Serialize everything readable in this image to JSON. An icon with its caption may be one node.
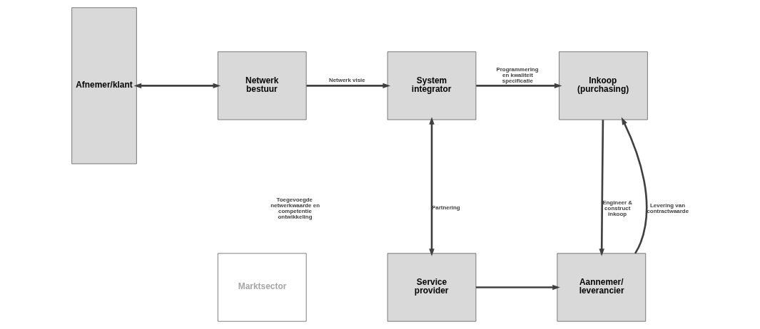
{
  "diagram": {
    "nodes": [
      {
        "text": [
          "Afnemer/klant"
        ]
      },
      {
        "text": [
          "Netwerk bestuur"
        ]
      },
      {
        "text": [
          "System integrator"
        ]
      },
      {
        "text": [
          "Inkoop (purchasing)"
        ]
      },
      {
        "text": [
          "Marktsector"
        ]
      },
      {
        "text": [
          "Service provider"
        ]
      },
      {
        "text": [
          "Aannemer/ leverancier"
        ]
      }
    ],
    "edges": [
      {
        "from": 0,
        "to": 1,
        "arrow": "both"
      },
      {
        "from": 1,
        "to": 2,
        "arrow": "to",
        "label": "Netwerk visie"
      },
      {
        "from": 2,
        "to": 3,
        "arrow": "to",
        "label": "Programmering en kwaliteit specificatie"
      },
      {
        "from": 2,
        "to": 5,
        "arrow": "both",
        "label": "Partnering"
      },
      {
        "from": 3,
        "to": 6,
        "arrow": "to",
        "label": "Engineer & construct inkoop"
      },
      {
        "from": 6,
        "to": 3,
        "arrow": "to",
        "label": "Levering van contractwaarde"
      },
      {
        "from": 5,
        "to": 6,
        "arrow": "to"
      }
    ],
    "labels": [
      "Toegevoegde netwerkwaarde en competentie ontwikkeling"
    ]
  }
}
